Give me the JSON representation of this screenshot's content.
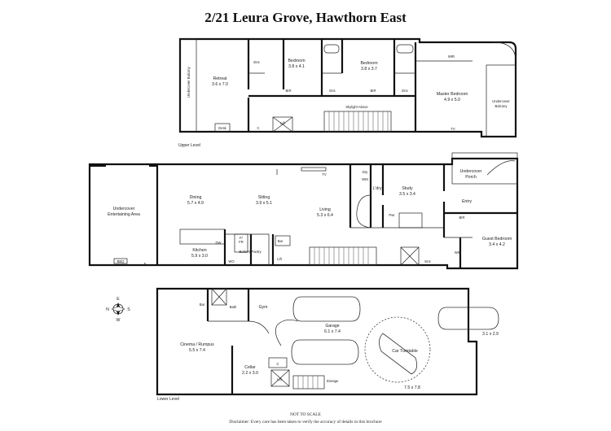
{
  "title": "2/21 Leura Grove, Hawthorn East",
  "levels": {
    "upper": "Upper Level",
    "lower": "Lower Level"
  },
  "upper_rooms": {
    "balcony_left": "Undercover Balcony",
    "retreat": "Retreat",
    "retreat_dim": "3.6 x 7.0",
    "bedroom1": "Bedroom",
    "bedroom1_dim": "3.8 x 4.1",
    "bedroom2": "Bedroom",
    "bedroom2_dim": "3.8 x 3.7",
    "master": "Master Bedroom",
    "master_dim": "4.9 x 5.0",
    "balcony_right_1": "Undercover",
    "balcony_right_2": "Balcony",
    "ens1": "Ens",
    "ens2": "Ens",
    "ens3": "Ens",
    "bir1": "BIR",
    "bir2": "BIR",
    "wir": "WIR",
    "skylight": "Skylight Above",
    "desk": "Desk",
    "lift": "Lift",
    "c": "C",
    "tv": "TV"
  },
  "ground_rooms": {
    "entertain_1": "Undercover",
    "entertain_2": "Entertaining Area",
    "bbq": "BBQ",
    "f": "F",
    "dining": "Dining",
    "dining_dim": "5.7 x 4.9",
    "sitting": "Sitting",
    "sitting_dim": "3.9 x 5.1",
    "living": "Living",
    "living_dim": "5.3 x 6.4",
    "kitchen": "Kitchen",
    "kitchen_dim": "5.9 x 3.0",
    "fr": "F/\nFR",
    "butlers": "Butler's Pantry",
    "bar": "Bar",
    "lift": "Lift",
    "dry": "Dry",
    "wm": "WM",
    "ldry": "L'dry",
    "study": "Study",
    "study_dim": "3.5 x 3.4",
    "pwr": "Pwr",
    "porch_1": "Undercover",
    "porch_2": "Porch",
    "entry": "Entry",
    "guest": "Guest Bedroom",
    "guest_dim": "3.4 x 4.2",
    "wir": "WIR",
    "ens": "Ens",
    "bir": "BIR",
    "c": "C",
    "tv": "TV",
    "wo": "WO",
    "dw": "DW"
  },
  "lower_rooms": {
    "bar": "Bar",
    "bath": "Bath",
    "gym": "Gym",
    "garage": "Garage",
    "garage_dim": "6.1 x 7.4",
    "cinema": "Cinema / Rumpus",
    "cinema_dim": "5.5 x 7.4",
    "cellar": "Cellar",
    "cellar_dim": "2.2 x 3.0",
    "lift": "Lift",
    "storage": "Storage",
    "turntable": "Car Turntable",
    "bay_dim": "3.1 x 2.9",
    "turn_dim": "7.5 x 7.8",
    "c": "C"
  },
  "compass": {
    "n": "N",
    "e": "E",
    "s": "S",
    "w": "W"
  },
  "footer": {
    "not_to_scale": "NOT TO SCALE",
    "disclaimer": "Disclaimer: Every care has been taken to verify the accuracy of details in this brochure"
  }
}
